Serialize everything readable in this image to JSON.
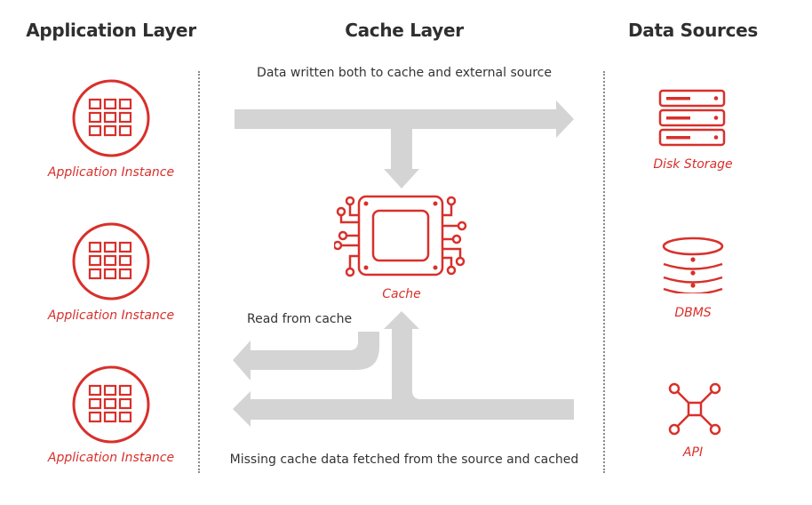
{
  "columns": {
    "application": {
      "title": "Application Layer"
    },
    "cache": {
      "title": "Cache Layer"
    },
    "sources": {
      "title": "Data Sources"
    }
  },
  "application_instances": [
    {
      "label": "Application Instance",
      "icon": "app-grid-icon"
    },
    {
      "label": "Application Instance",
      "icon": "app-grid-icon"
    },
    {
      "label": "Application Instance",
      "icon": "app-grid-icon"
    }
  ],
  "cache": {
    "label": "Cache",
    "icon": "chip-icon"
  },
  "data_sources": [
    {
      "label": "Disk Storage",
      "icon": "server-icon"
    },
    {
      "label": "DBMS",
      "icon": "database-icon"
    },
    {
      "label": "API",
      "icon": "api-network-icon"
    }
  ],
  "flows": {
    "write_through": "Data written both to cache and external source",
    "read_from_cache": "Read from cache",
    "cache_miss": "Missing cache data fetched from the source and cached"
  },
  "colors": {
    "accent": "#d8302b",
    "arrow": "#d4d4d4",
    "heading": "#2f2f2f",
    "text": "#333333"
  }
}
